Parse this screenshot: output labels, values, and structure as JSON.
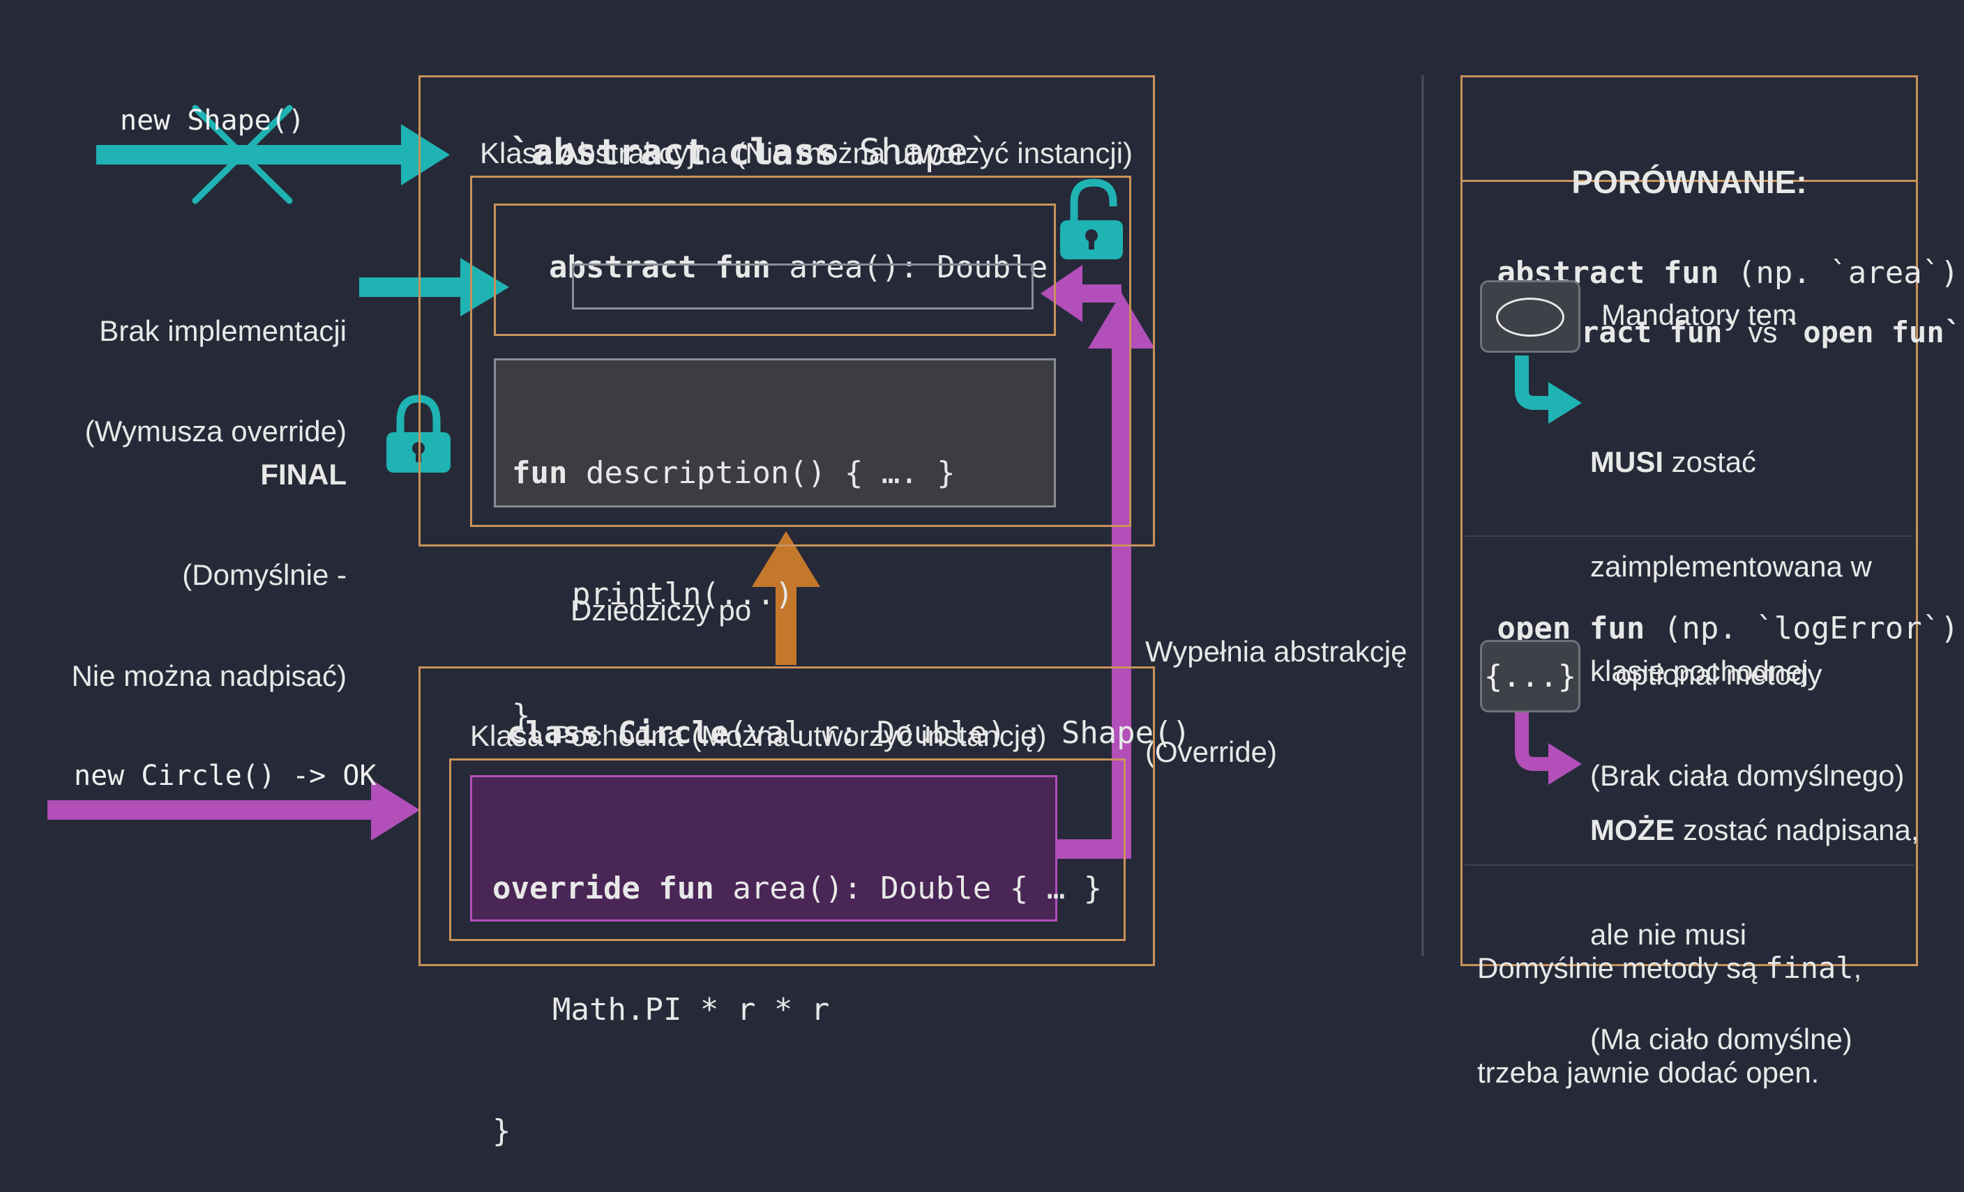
{
  "shape": {
    "title_kw": "`abstract class",
    "title_name": " Shape`",
    "subtitle": "Klasa Abstrakcyjna (Nie można utworzyć instancji)",
    "area_kw": "abstract fun",
    "area_sig": " area(): Double",
    "desc_kw": "fun",
    "desc_line1": " description() { …. }",
    "desc_line2": "println(...)",
    "desc_line3": "}"
  },
  "left_labels": {
    "new_shape": "new Shape()",
    "brak_line1": "Brak implementacji",
    "brak_line2": "(Wymusza override)",
    "final_title": "FINAL",
    "final_line1": "(Domyślnie -",
    "final_line2": "Nie można nadpisać)",
    "new_circle": "new Circle() -> OK"
  },
  "middle_labels": {
    "inherits": "Dziedziczy po",
    "fills_line1": "Wypełnia abstrakcję",
    "fills_line2": "(Override)"
  },
  "circle": {
    "title_kw1": "class Circle",
    "title_rest": "(val r: Double) : Shape()",
    "subtitle": "Klasa Pochodna (Można utworzyć instancję)",
    "override_kw": "override fun",
    "override_sig": " area(): Double { … }",
    "line2": "Math.PI * r * r",
    "line3": "}"
  },
  "comparison": {
    "heading1": "PORÓWNANIE:",
    "heading2_a": "`abstract fun`",
    "heading2_vs": " vs ",
    "heading2_b": "`open fun`",
    "abstract_kw": "abstract fun",
    "abstract_rest": " (np. `area`)",
    "mandatory": "Mandatory tem",
    "musi_bold": "MUSI",
    "musi_rest": " zostać",
    "musi_line2": "zaimplementowana w",
    "musi_line3": "klasie pochodnej",
    "musi_line4": "(Brak ciała domyślnego)",
    "open_kw": "open fun",
    "open_rest": " (np. `logError`)",
    "braces": "{...}",
    "optional": "optional metody",
    "moze_bold": "MOŻE",
    "moze_rest": " zostać nadpisana,",
    "moze_line2": "ale nie musi",
    "moze_line3": "(Ma ciało domyślne)",
    "footer_a": "Domyślnie metody są ",
    "footer_final": "final",
    "footer_b": ",",
    "footer_line2": "trzeba jawnie dodać open."
  },
  "colors": {
    "background": "#262a38",
    "border": "#c9925a",
    "teal": "#1fb3b3",
    "magenta": "#b24fb8",
    "orange": "#c4782c"
  }
}
